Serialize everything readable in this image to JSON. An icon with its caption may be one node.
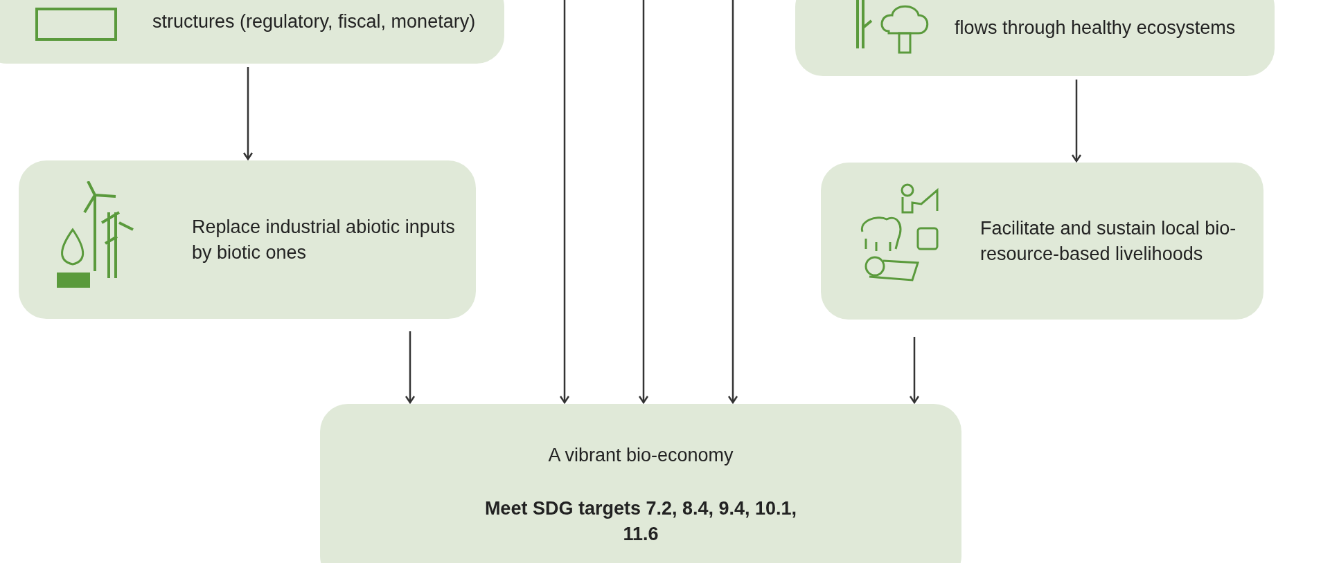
{
  "diagram": {
    "nodes": [
      {
        "text": [
          "structures (regulatory, fiscal, monetary)"
        ]
      },
      {
        "text": [
          "Replace industrial abiotic inputs by biotic ones"
        ]
      },
      {
        "text": [
          "flows through healthy ecosystems"
        ]
      },
      {
        "text": [
          "Facilitate and sustain local bio-resource-based livelihoods"
        ]
      },
      {
        "text": [
          "A vibrant bio-economy",
          "Meet SDG targets 7.2, 8.4, 9.4, 10.1, 11.6"
        ]
      }
    ],
    "edges": [
      {
        "from": 0,
        "to": 1,
        "arrow": "to"
      },
      {
        "from": 1,
        "to": 4,
        "arrow": "to"
      },
      {
        "from": null,
        "to": 4,
        "arrow": "to"
      },
      {
        "from": null,
        "to": 4,
        "arrow": "to"
      },
      {
        "from": null,
        "to": 4,
        "arrow": "to"
      },
      {
        "from": 2,
        "to": 3,
        "arrow": "to"
      },
      {
        "from": 3,
        "to": 4,
        "arrow": "to"
      }
    ]
  }
}
